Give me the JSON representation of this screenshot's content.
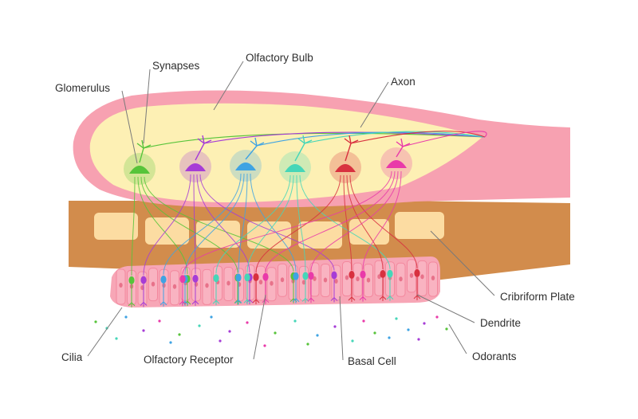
{
  "labels": {
    "olfactory_bulb": "Olfactory Bulb",
    "synapses": "Synapses",
    "glomerulus": "Glomerulus",
    "axon": "Axon",
    "cribriform_plate": "Cribriform Plate",
    "dendrite": "Dendrite",
    "odorants": "Odorants",
    "cilia": "Cilia",
    "olfactory_receptor": "Olfactory Receptor",
    "basal_cell": "Basal Cell"
  },
  "colors": {
    "bulb_outer": "#f7a1b1",
    "bulb_inner": "#fdf0b4",
    "bone": "#d28c4c",
    "bone_pores": "#fcdca2",
    "epithelium": "#f7a6b6",
    "epithelium_cell": "#f3889e",
    "neuron_colors": [
      "#57c43a",
      "#a63cd6",
      "#3fa3e3",
      "#46d6b8",
      "#d8313f",
      "#e93aa9"
    ]
  }
}
